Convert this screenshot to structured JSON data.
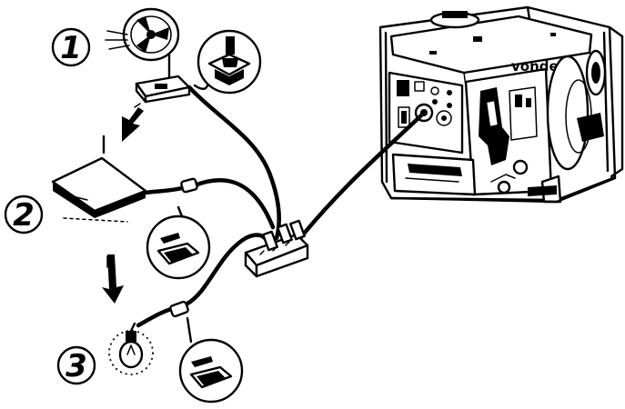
{
  "steps": [
    {
      "number": "1"
    },
    {
      "number": "2"
    },
    {
      "number": "3"
    }
  ],
  "generator": {
    "brand": "vonder"
  }
}
